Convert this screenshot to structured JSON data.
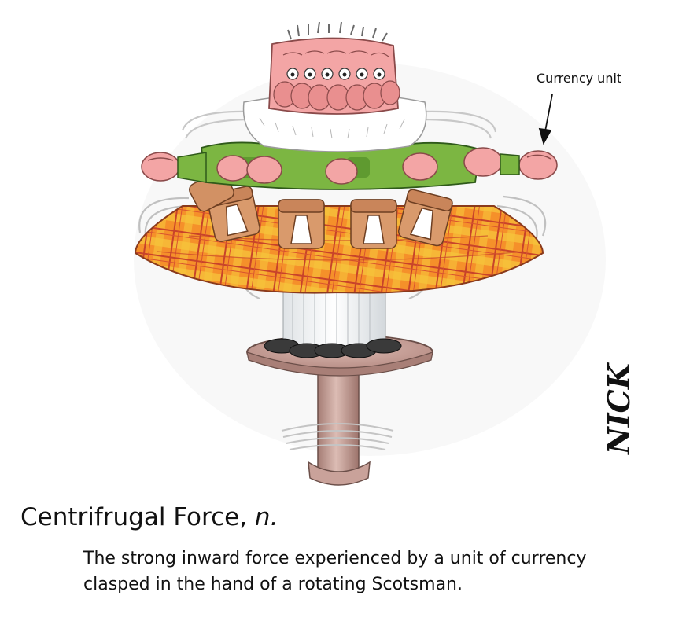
{
  "callout": {
    "label": "Currency unit"
  },
  "caption": {
    "term": "Centrifrugal Force,",
    "part_of_speech": "n.",
    "definition_lines": [
      "The strong inward force experienced by a unit of currency",
      "clasped in the hand of a rotating Scotsman."
    ]
  },
  "signature": {
    "text": "NICK"
  },
  "illustration": {
    "subject": "spinning Scotsman on a bar stool",
    "colors": {
      "kilt_orange": "#f5902a",
      "kilt_yellow": "#f7c43a",
      "kilt_red_line": "#c8432a",
      "jacket_green": "#7cb642",
      "skin_pink": "#f3a5a5",
      "sporran_tan": "#d99a6c",
      "stool_mauve": "#c9a29a",
      "beard_white": "#ffffff",
      "motion_grey": "#bfbfbf"
    }
  }
}
